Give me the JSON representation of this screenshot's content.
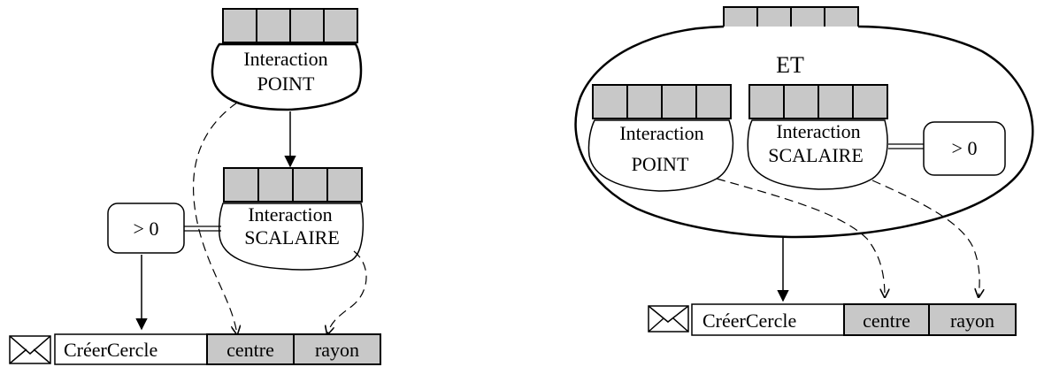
{
  "left": {
    "point": {
      "line1": "Interaction",
      "line2": "POINT"
    },
    "scalaire": {
      "line1": "Interaction",
      "line2": "SCALAIRE"
    },
    "constraint": "> 0",
    "action": {
      "name": "CréerCercle",
      "param1": "centre",
      "param2": "rayon"
    }
  },
  "right": {
    "et": "ET",
    "point": {
      "line1": "Interaction",
      "line2": "POINT"
    },
    "scalaire": {
      "line1": "Interaction",
      "line2": "SCALAIRE"
    },
    "constraint": "> 0",
    "action": {
      "name": "CréerCercle",
      "param1": "centre",
      "param2": "rayon"
    }
  },
  "colors": {
    "cell": "#c8c8c8",
    "stroke": "#000000"
  },
  "icons": {
    "action": "envelope-icon"
  }
}
